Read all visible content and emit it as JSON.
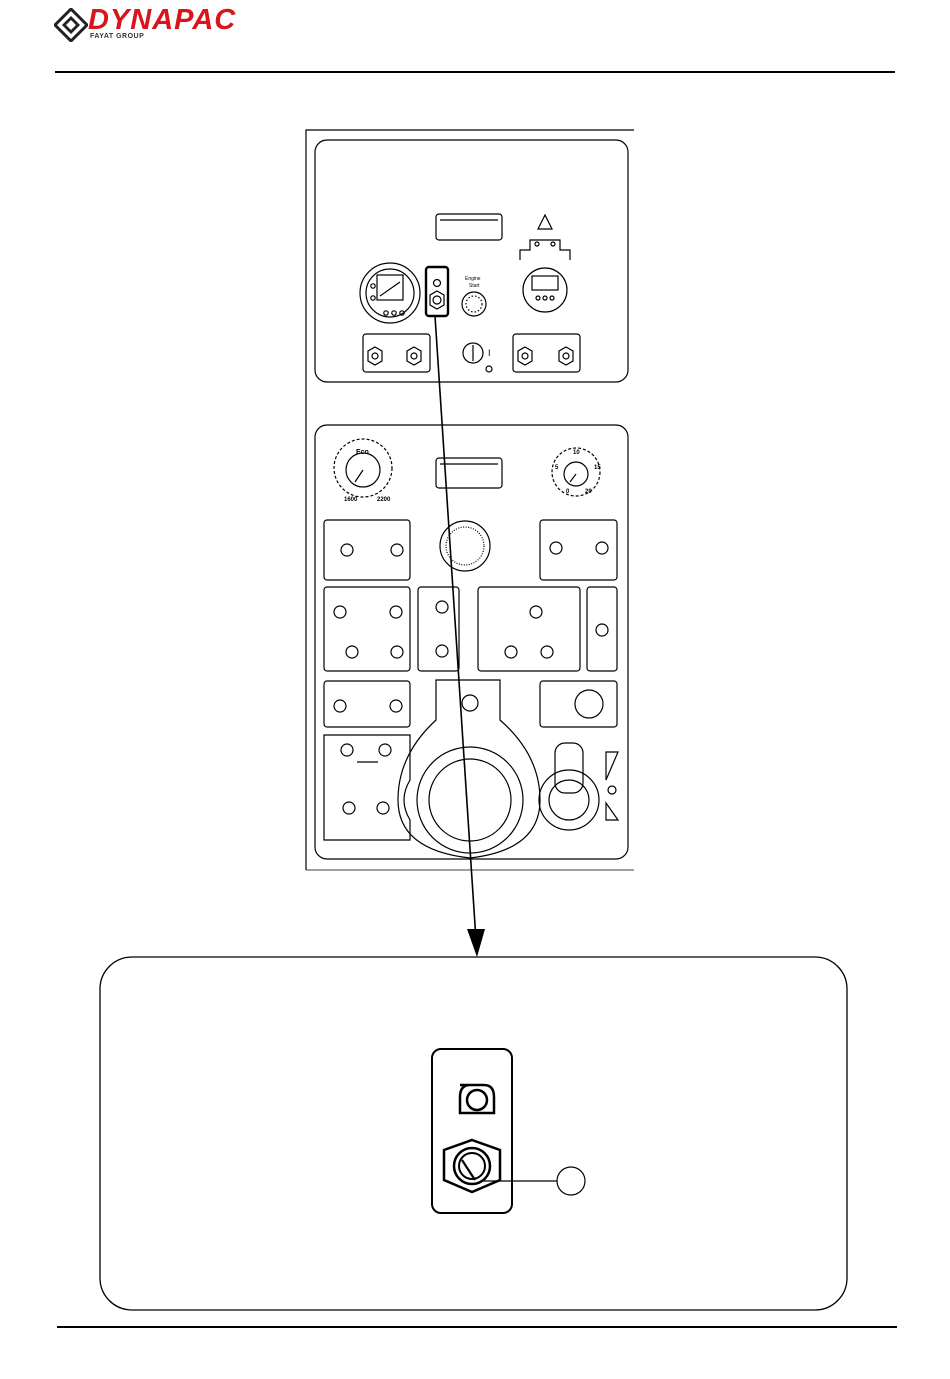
{
  "header": {
    "brand": "DYNAPAC",
    "group": "FAYAT GROUP"
  },
  "panel": {
    "engine_start_line1": "Engine",
    "engine_start_line2": "Start",
    "eco_label": "Eco",
    "rpm_low": "1600",
    "rpm_high": "2200",
    "key_on": "I",
    "dial_marks": [
      "5",
      "10",
      "15",
      "0",
      "20"
    ]
  },
  "colors": {
    "brand_red": "#d9141b",
    "line": "#000000"
  }
}
